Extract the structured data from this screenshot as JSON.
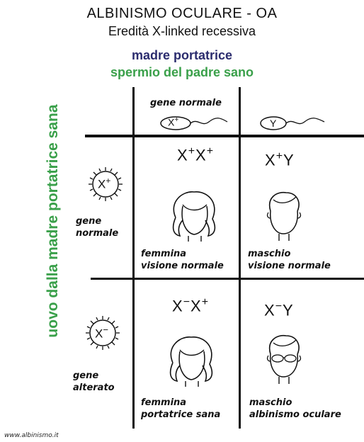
{
  "title": "ALBINISMO OCULARE - OA",
  "subtitle": "Eredità X-linked recessiva",
  "mother_label": "madre portatrice",
  "father_label": "spermio del padre sano",
  "egg_label": "uovo dalla madre portatrice sana",
  "sperm": {
    "normal_gene_label": "gene normale",
    "x_plus": "X+",
    "y": "Y"
  },
  "eggs": {
    "normal": {
      "symbol": "X+",
      "label_line1": "gene",
      "label_line2": "normale"
    },
    "altered": {
      "symbol": "X−",
      "label_line1": "gene",
      "label_line2": "alterato"
    }
  },
  "cells": {
    "female_normal": {
      "genotype": "X+X+",
      "line1": "femmina",
      "line2": "visione normale"
    },
    "male_normal": {
      "genotype": "X+Y",
      "line1": "maschio",
      "line2": "visione normale"
    },
    "female_carrier": {
      "genotype": "X−X+",
      "line1": "femmina",
      "line2": "portatrice sana"
    },
    "male_albino": {
      "genotype": "X−Y",
      "line1": "maschio",
      "line2": "albinismo oculare"
    }
  },
  "website": "www.albinismo.it",
  "colors": {
    "mother": "#2b2c6e",
    "father": "#3aa04a",
    "egg_label": "#3aa04a",
    "lines": "#111111"
  }
}
